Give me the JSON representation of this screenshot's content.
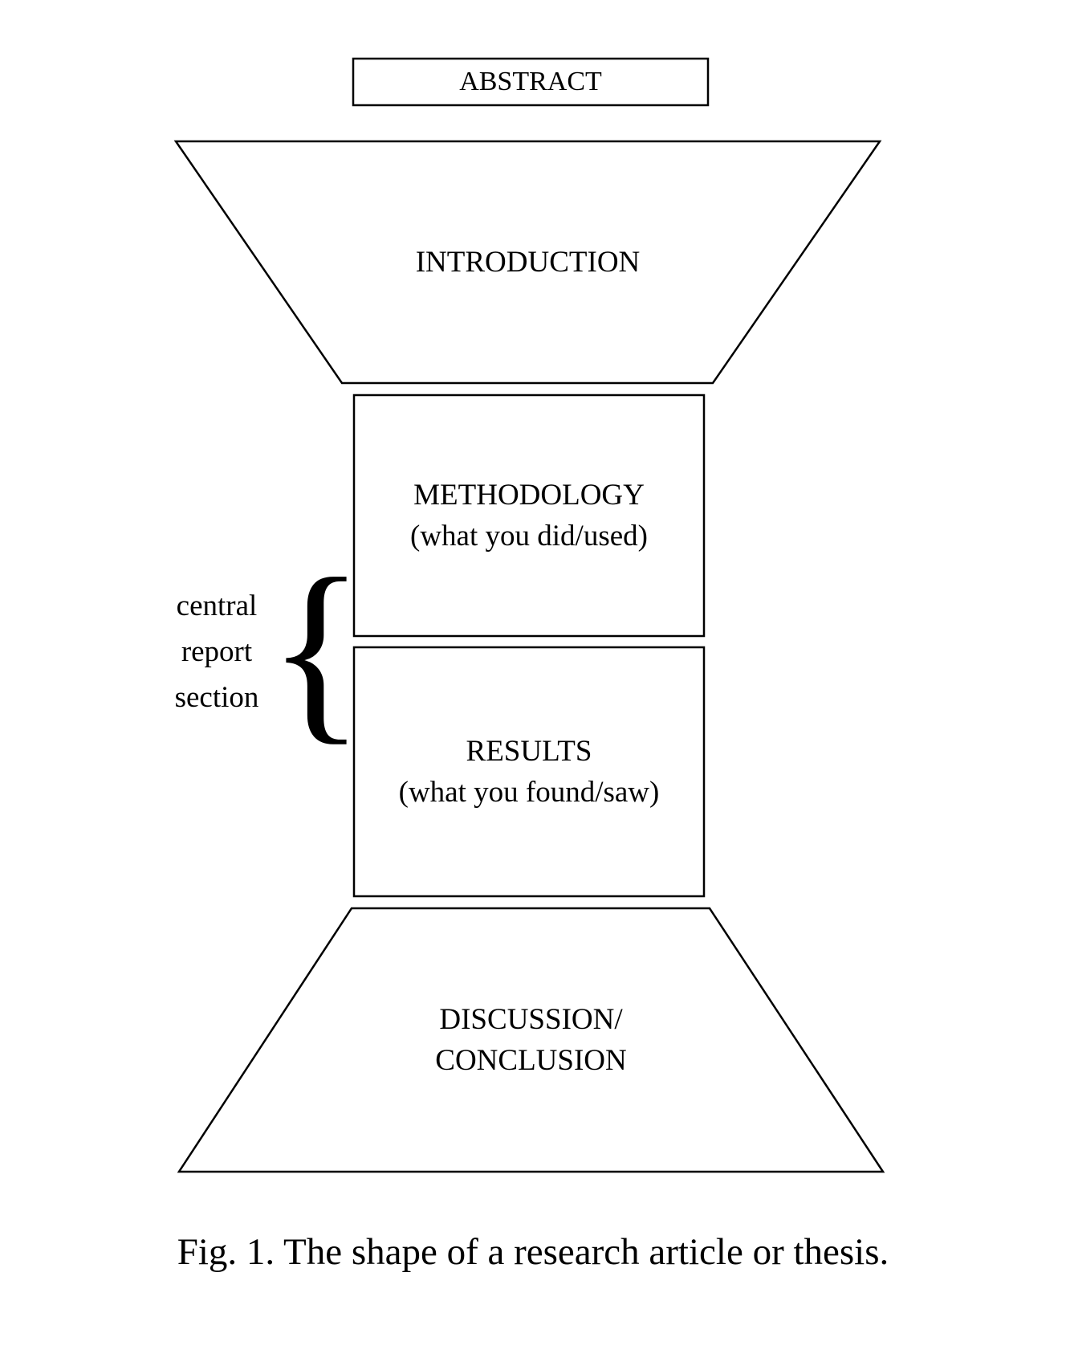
{
  "diagram": {
    "abstract": {
      "label": "ABSTRACT"
    },
    "introduction": {
      "label": "INTRODUCTION"
    },
    "methodology": {
      "title": "METHODOLOGY",
      "subtitle": "(what you did/used)"
    },
    "results": {
      "title": "RESULTS",
      "subtitle": "(what you found/saw)"
    },
    "discussion": {
      "line1": "DISCUSSION/",
      "line2": "CONCLUSION"
    },
    "brace_glyph": "{",
    "brace_label": {
      "line1": "central",
      "line2": "report",
      "line3": "section"
    },
    "caption": "Fig. 1. The shape of a research article or thesis.",
    "colors": {
      "intro_fill": "#d9d9d9",
      "stroke": "#000000",
      "background": "#ffffff"
    }
  }
}
